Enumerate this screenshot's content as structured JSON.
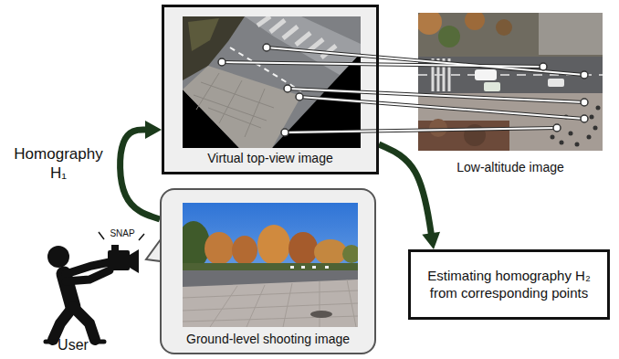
{
  "diagram": {
    "nodes": [
      {
        "text": [
          "Virtual top-view image"
        ]
      },
      {
        "text": [
          "Low-altitude image"
        ]
      },
      {
        "text": [
          "Ground-level shooting image"
        ]
      },
      {
        "text": [
          "Estimating homography H₂ from corresponding points"
        ]
      }
    ],
    "edges": [
      {
        "from": 2,
        "to": 0,
        "arrow": "to",
        "label": "Homography H₁"
      },
      {
        "from": 0,
        "to": 1,
        "arrow": "none"
      },
      {
        "from": 0,
        "to": 1,
        "arrow": "none"
      },
      {
        "from": 0,
        "to": 1,
        "arrow": "none"
      },
      {
        "from": 0,
        "to": 1,
        "arrow": "none"
      },
      {
        "from": 0,
        "to": 1,
        "arrow": "none"
      },
      {
        "from": 0,
        "to": 3,
        "arrow": "to"
      }
    ],
    "labels": [
      "SNAP",
      "User"
    ]
  }
}
